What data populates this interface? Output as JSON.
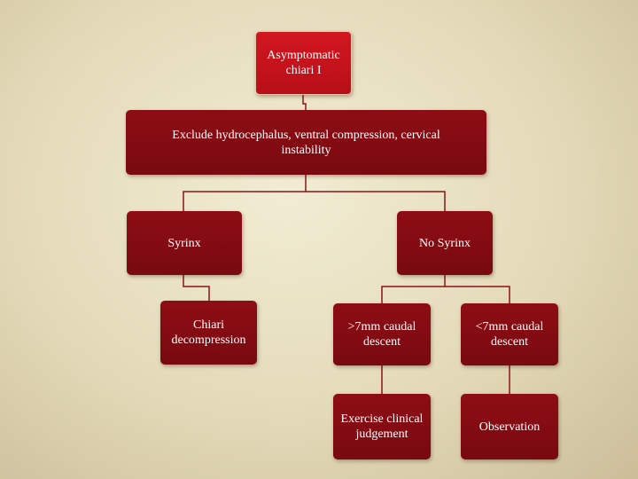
{
  "colors": {
    "background": "#e8dfc2",
    "top_node": "#c81a22",
    "node": "#850c12",
    "connector": "#8a1419"
  },
  "nodes": {
    "asymptomatic": "Asymptomatic chiari I",
    "exclude": "Exclude hydrocephalus, ventral compression, cervical instability",
    "syrinx": "Syrinx",
    "no_syrinx": "No Syrinx",
    "chiari_decompression": "Chiari decompression",
    "gt7mm": ">7mm caudal descent",
    "lt7mm": "<7mm caudal descent",
    "exercise_judgement": "Exercise clinical judgement",
    "observation": "Observation"
  }
}
